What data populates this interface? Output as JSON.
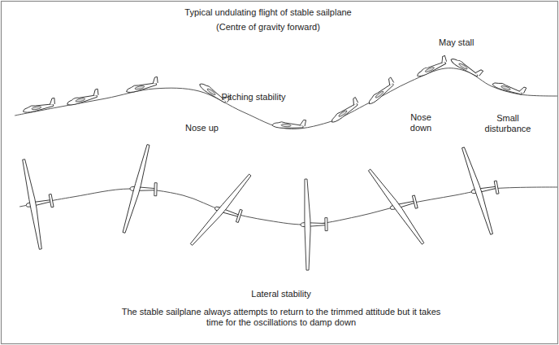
{
  "diagram": {
    "title": "Typical undulating flight of stable sailplane",
    "caption": "The stable sailplane always attempts to return to the trimmed attitude but it takes time for the oscillations to damp down",
    "labels": [
      "(Centre of gravity forward)",
      "May stall",
      "Pitching stability",
      "Nose up",
      "Nose down",
      "Small disturbance",
      "Lateral stability"
    ]
  }
}
